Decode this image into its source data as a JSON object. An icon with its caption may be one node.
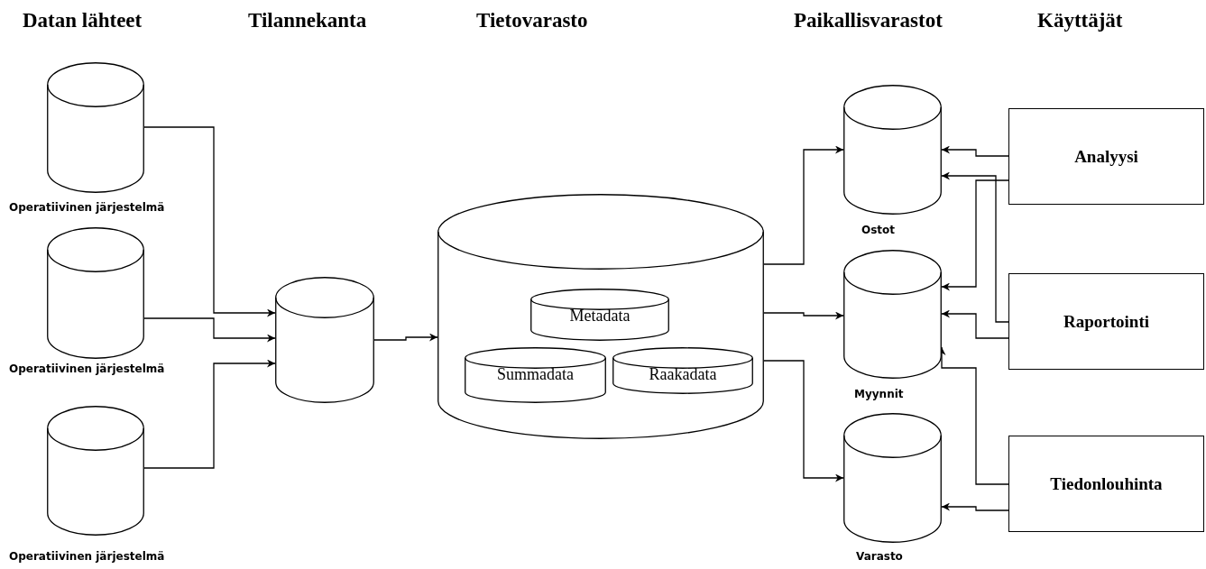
{
  "diagram": {
    "nodes": [
      {
        "text": [],
        "shape": "cylinder",
        "beside": [
          "Operatiivinen järjestelmä"
        ]
      },
      {
        "text": [],
        "shape": "cylinder",
        "beside": [
          "Operatiivinen järjestelmä"
        ]
      },
      {
        "text": [],
        "shape": "cylinder",
        "beside": [
          "Operatiivinen järjestelmä"
        ]
      },
      {
        "text": [],
        "shape": "cylinder"
      },
      {
        "text": [],
        "shape": "cylinder"
      },
      {
        "text": [
          "Metadata"
        ],
        "in": 4
      },
      {
        "text": [
          "Summadata"
        ],
        "in": 4
      },
      {
        "text": [
          "Raakadata"
        ],
        "in": 4
      },
      {
        "text": [],
        "shape": "cylinder",
        "beside": [
          "Ostot"
        ]
      },
      {
        "text": [],
        "shape": "cylinder",
        "beside": [
          "Myynnit"
        ]
      },
      {
        "text": [],
        "shape": "cylinder",
        "beside": [
          "Varasto"
        ]
      },
      {
        "text": [
          "Analyysi"
        ]
      },
      {
        "text": [
          "Raportointi"
        ]
      },
      {
        "text": [
          "Tiedonlouhinta"
        ]
      }
    ],
    "edges": [
      {
        "from": 0,
        "to": 3,
        "arrow": "to"
      },
      {
        "from": 1,
        "to": 3,
        "arrow": "to"
      },
      {
        "from": 2,
        "to": 3,
        "arrow": "to"
      },
      {
        "from": 3,
        "to": 4,
        "arrow": "to"
      },
      {
        "from": 4,
        "to": 8,
        "arrow": "to"
      },
      {
        "from": 4,
        "to": 9,
        "arrow": "to"
      },
      {
        "from": 4,
        "to": 10,
        "arrow": "to"
      },
      {
        "from": 11,
        "to": 8,
        "arrow": "to"
      },
      {
        "from": 11,
        "to": 9,
        "arrow": "to"
      },
      {
        "from": 12,
        "to": 8,
        "arrow": "to"
      },
      {
        "from": 12,
        "to": 9,
        "arrow": "to"
      },
      {
        "from": 13,
        "to": 9,
        "arrow": "to"
      },
      {
        "from": 13,
        "to": 10,
        "arrow": "to"
      }
    ],
    "labels": [
      "Datan lähteet",
      "Tilannekanta",
      "Tietovarasto",
      "Paikallisvarastot",
      "Käyttäjät"
    ]
  }
}
